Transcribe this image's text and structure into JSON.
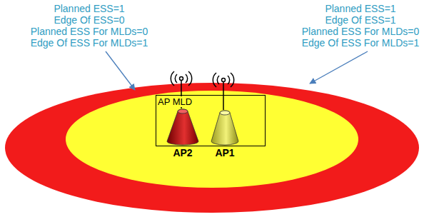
{
  "diagram": {
    "nodes": [
      {
        "text": [
          "AP MLD"
        ]
      },
      {
        "text": [
          "AP2"
        ],
        "in": 0
      },
      {
        "text": [
          "AP1"
        ],
        "in": 0
      }
    ],
    "labels": [
      "Planned ESS=1",
      "Edge Of ESS=0",
      "Planned ESS For MLDs=0",
      "Edge Of ESS For MLDs=1",
      "Planned ESS=1",
      "Edge Of ESS=1",
      "Planned ESS For MLDs=0",
      "Edge Of ESS For MLDs=1"
    ]
  }
}
